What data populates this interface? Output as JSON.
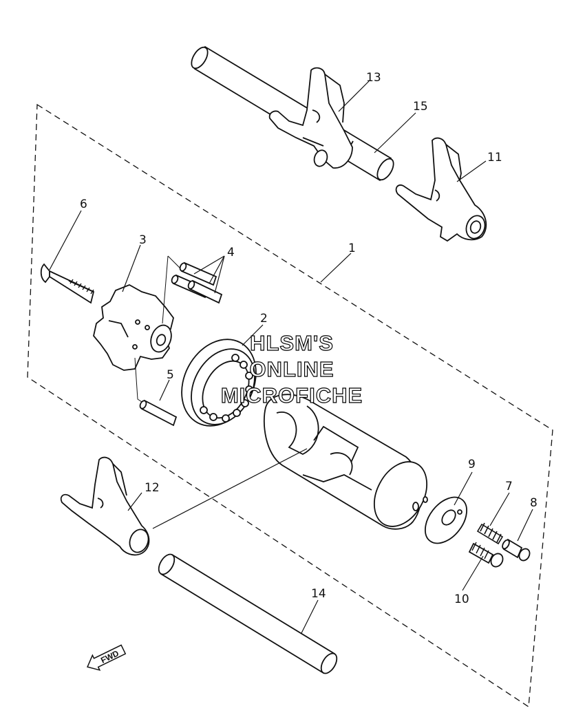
{
  "callouts": {
    "c1": "1",
    "c2": "2",
    "c3": "3",
    "c4": "4",
    "c5": "5",
    "c6": "6",
    "c7": "7",
    "c8": "8",
    "c9": "9",
    "c10": "10",
    "c11": "11",
    "c12": "12",
    "c13": "13",
    "c14": "14",
    "c15": "15"
  },
  "watermark": {
    "line1": "HLSM'S",
    "line2": "ONLINE",
    "line3": "MICROFICHE"
  },
  "fwd_label": "FWD",
  "colors": {
    "ink": "#111111",
    "background": "#ffffff"
  }
}
